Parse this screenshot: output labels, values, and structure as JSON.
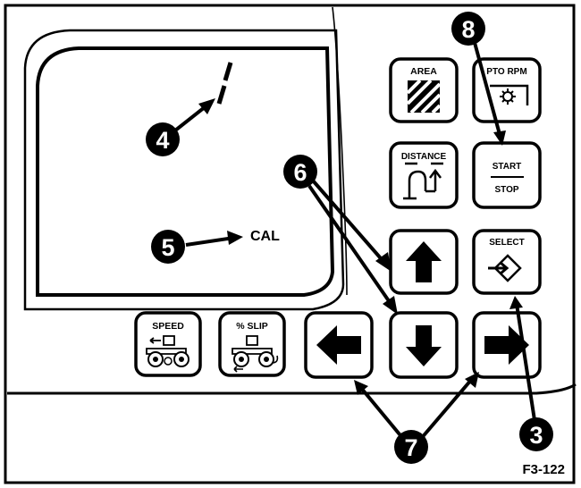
{
  "display": {
    "digit": "1",
    "cal_label": "CAL"
  },
  "keys": {
    "area": "AREA",
    "pto_rpm": "PTO RPM",
    "distance": "DISTANCE",
    "start": "START",
    "stop": "STOP",
    "select": "SELECT",
    "speed": "SPEED",
    "slip": "% SLIP"
  },
  "callouts": {
    "c3": "3",
    "c4": "4",
    "c5": "5",
    "c6": "6",
    "c7": "7",
    "c8": "8"
  },
  "figure_id": "F3-122",
  "colors": {
    "ink": "#000000",
    "panel": "#ffffff"
  },
  "icons": {
    "area": "hatched-square-icon",
    "pto": "gear-icon",
    "distance": "distance-icon",
    "select": "select-arrow-icon",
    "speed": "tractor-icon",
    "slip": "tractor-slip-icon"
  }
}
